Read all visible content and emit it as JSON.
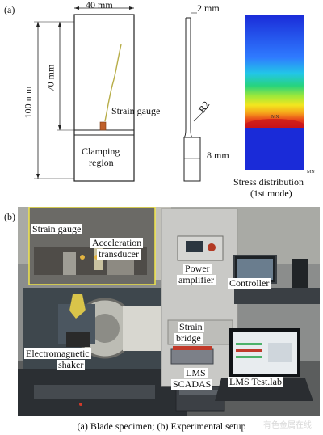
{
  "panel_a": {
    "label": "(a)",
    "dims": {
      "width": "40 mm",
      "height_total": "100 mm",
      "height_upper": "70 mm",
      "thickness": "2 mm",
      "radius": "R2",
      "clamp_width": "8 mm"
    },
    "strain_gauge": "Strain gauge",
    "clamping_region": [
      "Clamping",
      "region"
    ],
    "stress_caption": [
      "Stress distribution",
      "(1st mode)"
    ],
    "fea_marks": {
      "max": "MX",
      "min": "MN"
    },
    "fea_colors": [
      "#1a2bd8",
      "#2f7bff",
      "#22c6e8",
      "#27d37d",
      "#9ee83a",
      "#f2e61f",
      "#f6a21b",
      "#e8461b",
      "#c8121b"
    ]
  },
  "panel_b": {
    "label": "(b)",
    "labels": {
      "strain_gauge": "Strain gauge",
      "acceleration": [
        "Acceleration",
        "transducer"
      ],
      "power_amplifier": [
        "Power",
        "amplifier"
      ],
      "controller": "Controller",
      "strain_bridge": [
        "Strain",
        "bridge"
      ],
      "shaker": [
        "Electromagnetic",
        "shaker"
      ],
      "scadas": [
        "LMS",
        "SCADAS"
      ],
      "testlab": "LMS Test.lab"
    }
  },
  "caption": "(a) Blade specimen; (b) Experimental setup",
  "watermark": "有色金属在线"
}
